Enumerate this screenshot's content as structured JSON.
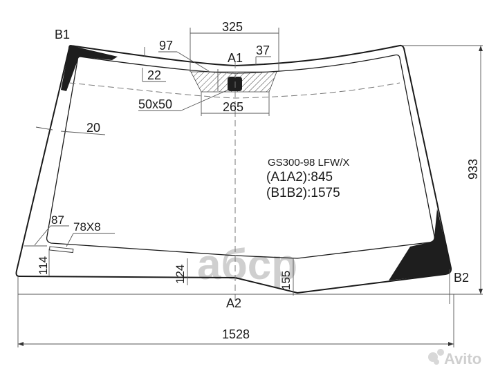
{
  "diagram": {
    "title": "GS300-98 LFW/X",
    "spec_lines": [
      "(A1A2):845",
      "(B1B2):1575"
    ],
    "points": {
      "b1": "B1",
      "b2": "B2",
      "a1": "A1",
      "a2": "A2"
    },
    "dimensions": {
      "overall_width": "1528",
      "overall_height": "933",
      "sensor_zone_top_width": "325",
      "sensor_zone_bottom_width": "265",
      "sensor_zone_height": "97",
      "sensor_zone_offset": "37",
      "top_band": "22",
      "sensor_pad": "50x50",
      "side_band": "20",
      "vin_window_offset": "87",
      "vin_window_size": "78X8",
      "bottom_left_height": "114",
      "bottom_center_left_height": "124",
      "bottom_center_right_height": "155"
    },
    "colors": {
      "line": "#1a1a1a",
      "dimension": "#555555",
      "ceramic_band": "#1e1e1e",
      "watermark": "#cfcfcf"
    }
  },
  "watermarks": {
    "center": "aбcp",
    "corner": "Avito"
  }
}
